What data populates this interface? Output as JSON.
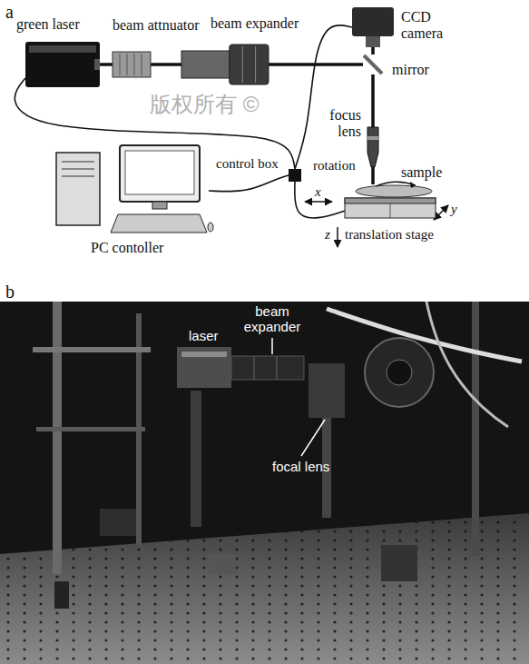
{
  "diagram": {
    "nodes": [
      {
        "text": [
          "green laser"
        ]
      },
      {
        "text": [
          "beam attnuator"
        ]
      },
      {
        "text": [
          "beam expander"
        ]
      },
      {
        "text": [
          "CCD camera"
        ]
      },
      {
        "text": [
          "mirror"
        ]
      },
      {
        "text": [
          "focus lens"
        ]
      },
      {
        "text": [
          "sample"
        ]
      },
      {
        "text": [
          "translation stage"
        ]
      },
      {
        "text": [
          "control box"
        ]
      },
      {
        "text": [
          "PC contoller"
        ]
      }
    ],
    "edges": [
      {
        "from": 0,
        "to": 1,
        "arrow": "none"
      },
      {
        "from": 1,
        "to": 2,
        "arrow": "none"
      },
      {
        "from": 2,
        "to": 4,
        "arrow": "none"
      },
      {
        "from": 4,
        "to": 3,
        "arrow": "none"
      },
      {
        "from": 4,
        "to": 5,
        "arrow": "none"
      },
      {
        "from": 5,
        "to": 6,
        "arrow": "none"
      },
      {
        "from": 0,
        "to": 8,
        "arrow": "none"
      },
      {
        "from": 3,
        "to": 8,
        "arrow": "none"
      },
      {
        "from": 9,
        "to": 8,
        "arrow": "none"
      },
      {
        "from": 8,
        "to": 7,
        "arrow": "none"
      }
    ],
    "labels": [
      "a",
      "rotation",
      "x",
      "y",
      "z",
      "b",
      "laser",
      "beam expander",
      "focal lens",
      "版权所有 ©"
    ]
  }
}
